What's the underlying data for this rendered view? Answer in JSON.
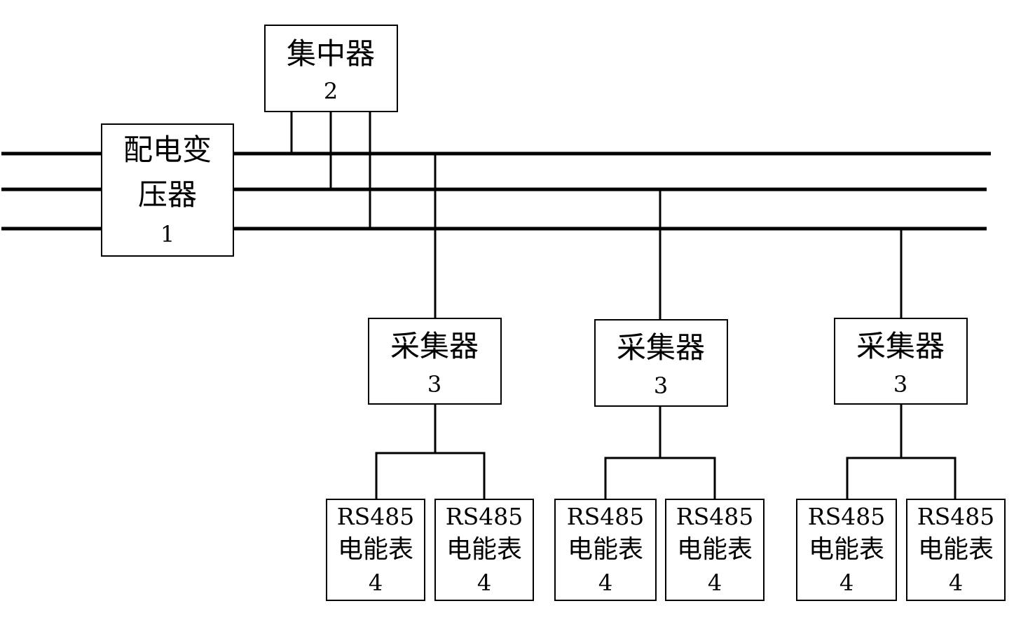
{
  "transformer": {
    "line1": "配电变",
    "line2": "压器",
    "number": "1"
  },
  "concentrator": {
    "name": "集中器",
    "number": "2"
  },
  "collectors": [
    {
      "name": "采集器",
      "number": "3"
    },
    {
      "name": "采集器",
      "number": "3"
    },
    {
      "name": "采集器",
      "number": "3"
    }
  ],
  "meters": [
    {
      "type": "RS485",
      "name": "电能表",
      "number": "4"
    },
    {
      "type": "RS485",
      "name": "电能表",
      "number": "4"
    },
    {
      "type": "RS485",
      "name": "电能表",
      "number": "4"
    },
    {
      "type": "RS485",
      "name": "电能表",
      "number": "4"
    },
    {
      "type": "RS485",
      "name": "电能表",
      "number": "4"
    },
    {
      "type": "RS485",
      "name": "电能表",
      "number": "4"
    }
  ]
}
